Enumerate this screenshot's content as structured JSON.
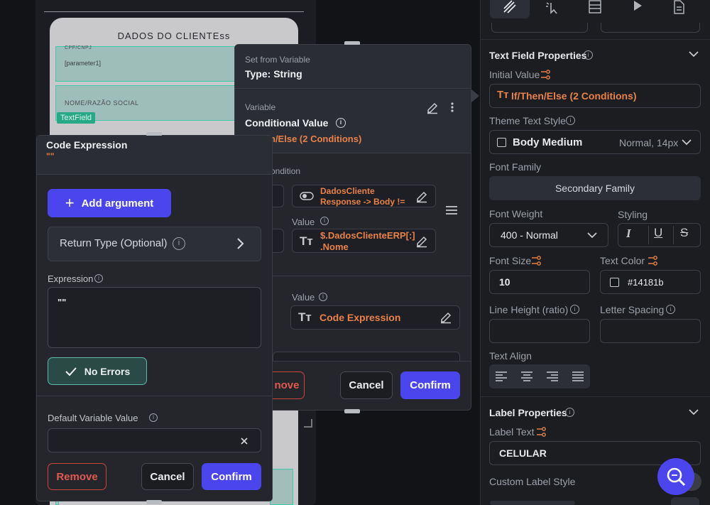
{
  "canvas": {
    "phone_title": "DADOS DO CLIENTEss",
    "fields": [
      {
        "label": "CPF/CNPJ",
        "value": "[parameter1]"
      },
      {
        "label": "NOME/RAZÃO SOCIAL",
        "value": ""
      }
    ],
    "textfield_tag": "TextField"
  },
  "set_variable": {
    "header_small": "Set from Variable",
    "header_type": "Type: String",
    "variable_label": "Variable",
    "conditional_value": "Conditional Value",
    "condition_summary": "n/Else (2 Conditions)",
    "condition_label": "ondition",
    "condition_text_1": "DadosCliente",
    "condition_text_2": "Response -> Body  !=",
    "value_label_1": "Value",
    "value_text_1a": "$.DadosClienteERP[:]",
    "value_text_1b": ".Nome",
    "value_label_2": "Value",
    "value_text_2": "Code Expression",
    "remove_partial": "nove",
    "cancel": "Cancel",
    "confirm": "Confirm"
  },
  "code_expression": {
    "title": "Code Expression",
    "subtitle": "\"\"",
    "add_argument": "Add argument",
    "return_type": "Return Type (Optional)",
    "expression_label": "Expression",
    "expression_value": "\"\"",
    "no_errors": "No Errors",
    "default_label": "Default Variable Value",
    "remove": "Remove",
    "cancel": "Cancel",
    "confirm": "Confirm"
  },
  "props": {
    "text_field_props": "Text Field Properties",
    "initial_value": "Initial Value",
    "initial_value_text": "If/Then/Else (2 Conditions)",
    "theme_text_style": "Theme Text Style",
    "body_medium": "Body Medium",
    "body_medium_meta": "Normal, 14px",
    "font_family": "Font Family",
    "secondary_family": "Secondary Family",
    "font_weight": "Font Weight",
    "styling": "Styling",
    "weight_value": "400 - Normal",
    "font_size": "Font Size",
    "text_color": "Text Color",
    "font_size_value": "10",
    "color_value": "#14181b",
    "line_height": "Line Height (ratio)",
    "letter_spacing": "Letter Spacing",
    "text_align": "Text Align",
    "label_props": "Label Properties",
    "label_text": "Label Text",
    "label_text_value": "CELULAR",
    "custom_label_style": "Custom Label Style"
  },
  "colors": {
    "accent": "#4b45ee",
    "orange": "#e8824a",
    "teal": "#3fc9a8",
    "remove_red": "#e05a50"
  }
}
